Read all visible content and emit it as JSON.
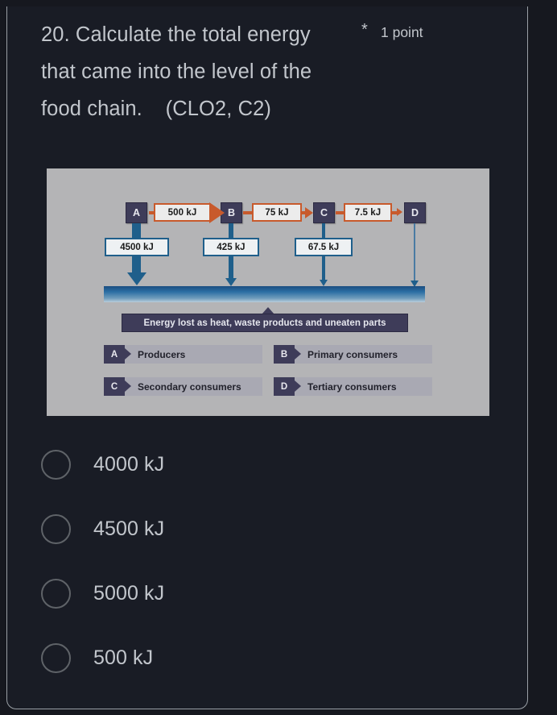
{
  "question": {
    "number_and_text": "20. Calculate the total energy that came into the level of the food chain.   (CLO2, C2)",
    "required_mark": "*",
    "point_value": "1 point",
    "line1": "20. Calculate the total energy",
    "line2": "that came into the level of the",
    "line3": "food chain.    (CLO2, C2)"
  },
  "diagram": {
    "levels": [
      {
        "key": "A",
        "role": "Producers"
      },
      {
        "key": "B",
        "role": "Primary consumers"
      },
      {
        "key": "C",
        "role": "Secondary consumers"
      },
      {
        "key": "D",
        "role": "Tertiary consumers"
      }
    ],
    "transfers": [
      {
        "from": "A",
        "to": "B",
        "value": "500 kJ"
      },
      {
        "from": "B",
        "to": "C",
        "value": "75 kJ"
      },
      {
        "from": "C",
        "to": "D",
        "value": "7.5 kJ"
      }
    ],
    "losses": [
      {
        "level": "A",
        "value": "4500 kJ"
      },
      {
        "level": "B",
        "value": "425 kJ"
      },
      {
        "level": "C",
        "value": "67.5 kJ"
      }
    ],
    "loss_callout": "Energy lost as heat, waste products and uneaten parts",
    "legend": [
      {
        "key": "A",
        "label": "Producers"
      },
      {
        "key": "B",
        "label": "Primary consumers"
      },
      {
        "key": "C",
        "label": "Secondary consumers"
      },
      {
        "key": "D",
        "label": "Tertiary consumers"
      }
    ],
    "colors": {
      "background": "#b4b4b6",
      "level_box": "#3e3c59",
      "transfer_border": "#c85a2c",
      "loss_border": "#1f5f8b",
      "energy_bar_top": "#1b4d80",
      "energy_bar_bottom": "#b9cddb"
    }
  },
  "options": [
    {
      "label": "4000 kJ",
      "selected": false
    },
    {
      "label": "4500 kJ",
      "selected": false
    },
    {
      "label": "5000 kJ",
      "selected": false
    },
    {
      "label": "500 kJ",
      "selected": false
    }
  ],
  "theme": {
    "page_background": "#16181f",
    "card_background": "#191c25",
    "text_color": "#c2c6cc",
    "radio_border": "#5f6368"
  }
}
